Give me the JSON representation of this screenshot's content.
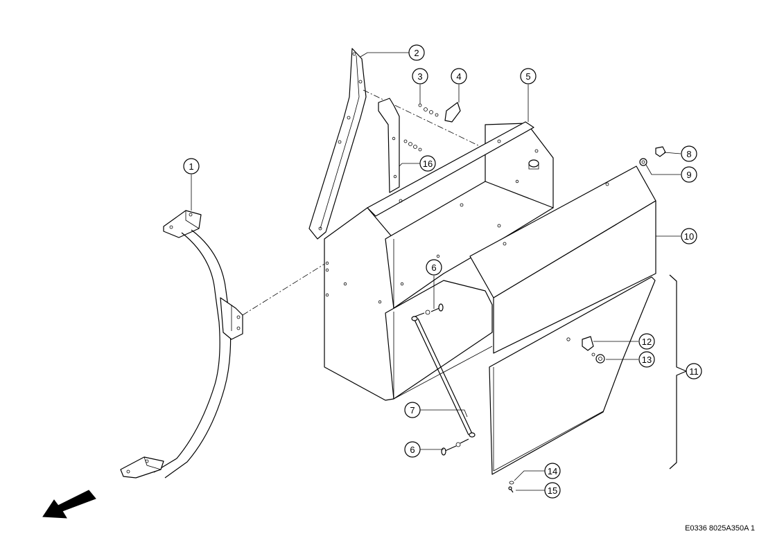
{
  "diagram": {
    "callouts": [
      {
        "id": "c1",
        "label": "1"
      },
      {
        "id": "c2",
        "label": "2"
      },
      {
        "id": "c3",
        "label": "3"
      },
      {
        "id": "c4",
        "label": "4"
      },
      {
        "id": "c5",
        "label": "5"
      },
      {
        "id": "c6a",
        "label": "6"
      },
      {
        "id": "c6b",
        "label": "6"
      },
      {
        "id": "c7",
        "label": "7"
      },
      {
        "id": "c8",
        "label": "8"
      },
      {
        "id": "c9",
        "label": "9"
      },
      {
        "id": "c10",
        "label": "10"
      },
      {
        "id": "c11",
        "label": "11"
      },
      {
        "id": "c12",
        "label": "12"
      },
      {
        "id": "c13",
        "label": "13"
      },
      {
        "id": "c14",
        "label": "14"
      },
      {
        "id": "c15",
        "label": "15"
      },
      {
        "id": "c16",
        "label": "16"
      }
    ],
    "drawing_code": "E0336 8025A350A 1"
  }
}
